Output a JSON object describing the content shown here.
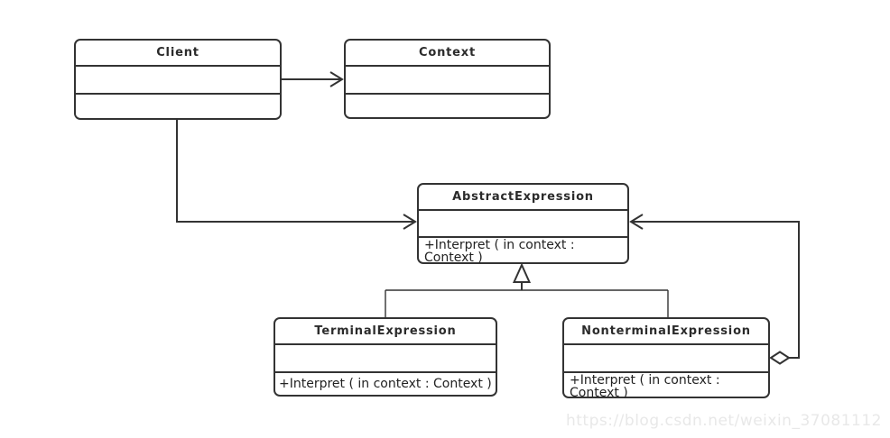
{
  "diagram": {
    "kind": "uml-class-diagram",
    "pattern": "Interpreter",
    "classes": [
      {
        "name": "Client",
        "attributes": "",
        "methods": ""
      },
      {
        "name": "Context",
        "attributes": "",
        "methods": ""
      },
      {
        "name": "AbstractExpression",
        "attributes": "",
        "methods": "+Interpret ( in context : Context )"
      },
      {
        "name": "TerminalExpression",
        "attributes": "",
        "methods": "+Interpret ( in context : Context )"
      },
      {
        "name": "NonterminalExpression",
        "attributes": "",
        "methods": "+Interpret ( in context : Context )"
      }
    ],
    "relationships": [
      {
        "from": "Client",
        "to": "Context",
        "type": "association",
        "arrow": "open-arrowhead"
      },
      {
        "from": "Client",
        "to": "AbstractExpression",
        "type": "association",
        "arrow": "open-arrowhead"
      },
      {
        "from": "TerminalExpression",
        "to": "AbstractExpression",
        "type": "generalization",
        "arrow": "hollow-triangle"
      },
      {
        "from": "NonterminalExpression",
        "to": "AbstractExpression",
        "type": "generalization",
        "arrow": "hollow-triangle"
      },
      {
        "from": "NonterminalExpression",
        "to": "AbstractExpression",
        "type": "aggregation",
        "arrow": "hollow-diamond-and-open-arrowhead"
      }
    ],
    "colors": {
      "line": "#333333",
      "box_fill": "#ffffff",
      "background": "#ffffff",
      "watermark_text": "#e8e8e8"
    }
  },
  "watermark": {
    "text": "https://blog.csdn.net/weixin_37081112"
  }
}
